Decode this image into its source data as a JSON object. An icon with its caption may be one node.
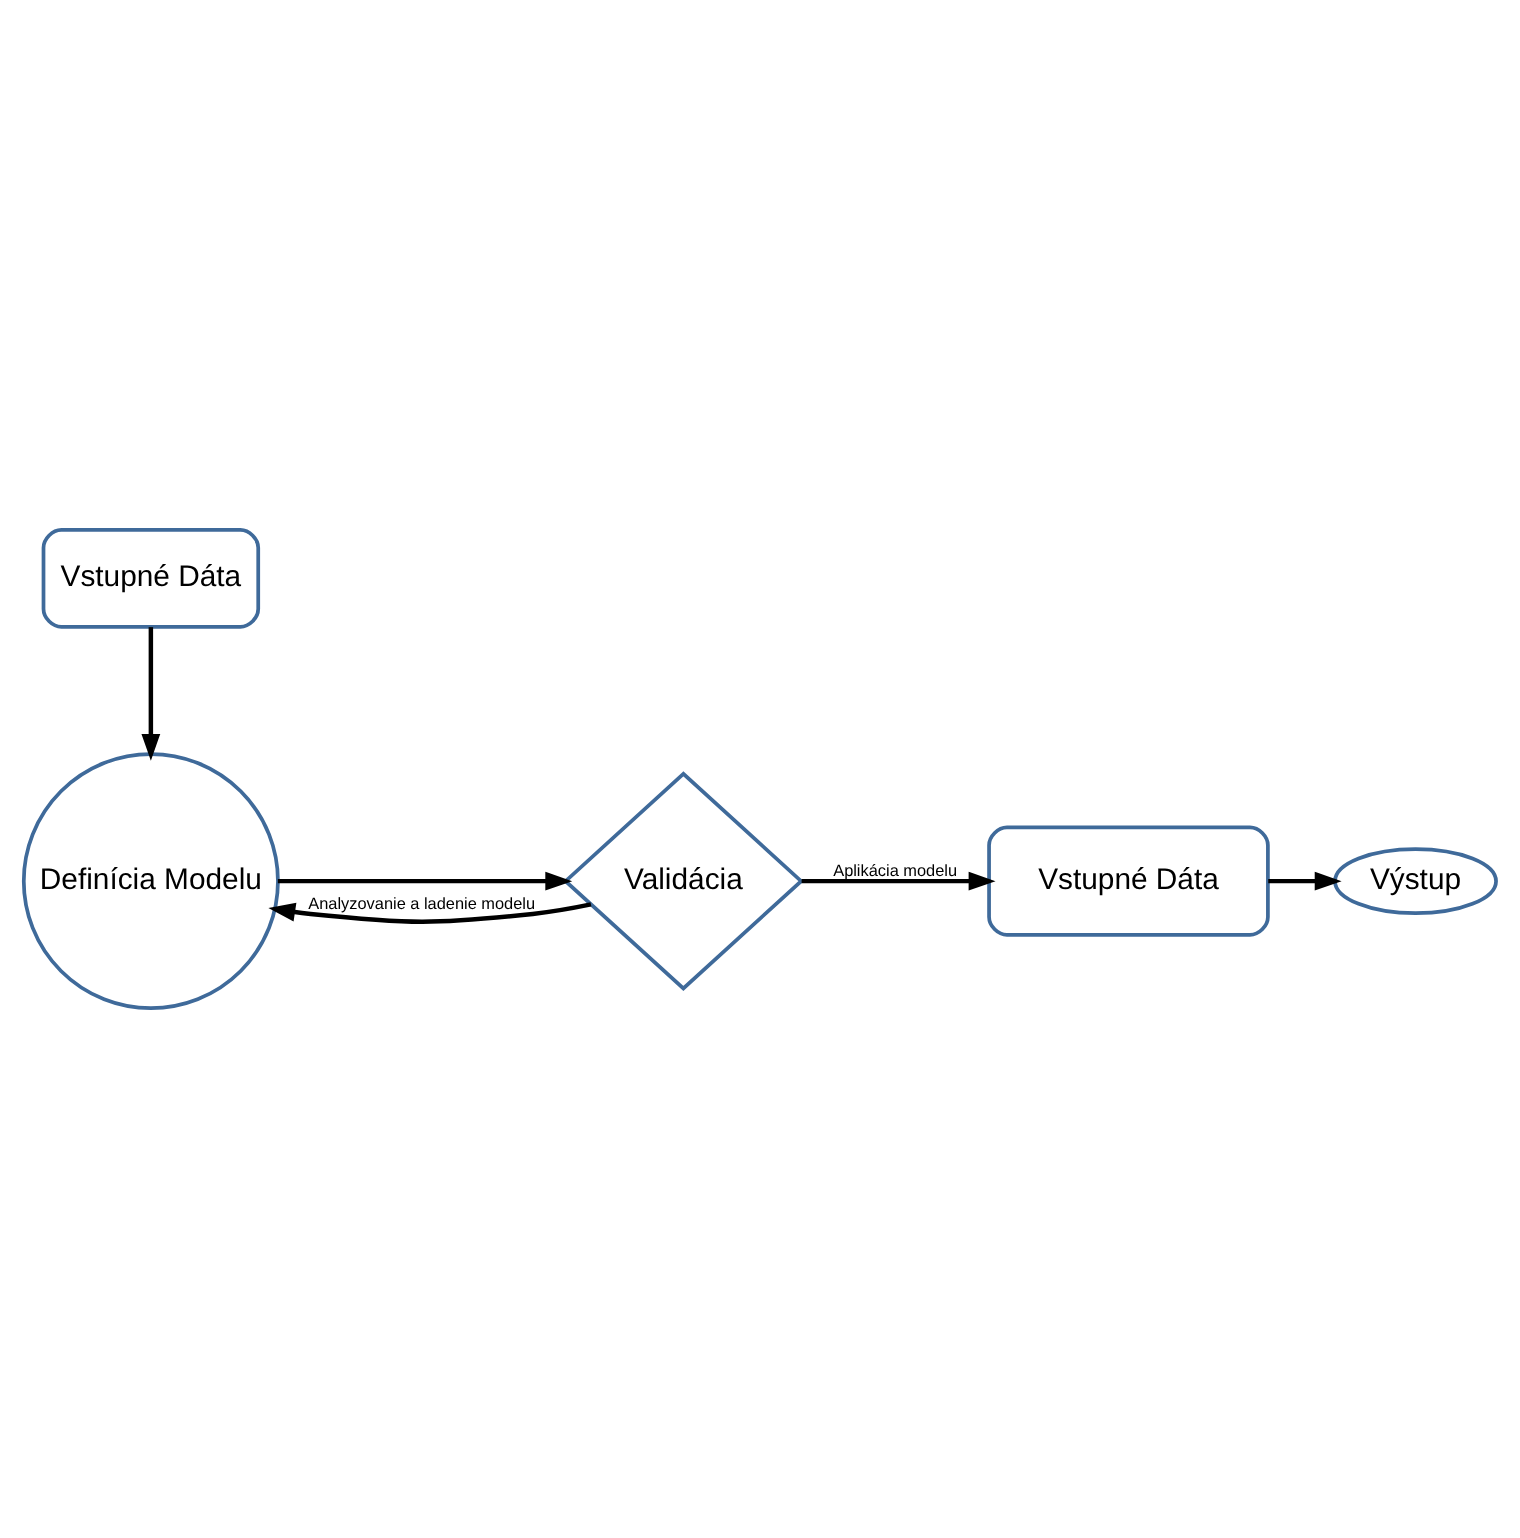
{
  "diagram": {
    "nodes": [
      {
        "text": [
          "Vstupné Dáta"
        ]
      },
      {
        "text": [
          "Definícia Modelu"
        ]
      },
      {
        "text": [
          "Validácia"
        ]
      },
      {
        "text": [
          "Vstupné Dáta"
        ]
      },
      {
        "text": [
          "Výstup"
        ]
      }
    ],
    "edges": [
      {
        "from": 0,
        "to": 1,
        "arrow": "to"
      },
      {
        "from": 1,
        "to": 2,
        "arrow": "to"
      },
      {
        "from": 2,
        "to": 1,
        "arrow": "to",
        "label": "Analyzovanie a ladenie modelu"
      },
      {
        "from": 2,
        "to": 3,
        "arrow": "to",
        "label": "Aplikácia modelu"
      },
      {
        "from": 3,
        "to": 4,
        "arrow": "to"
      }
    ]
  }
}
